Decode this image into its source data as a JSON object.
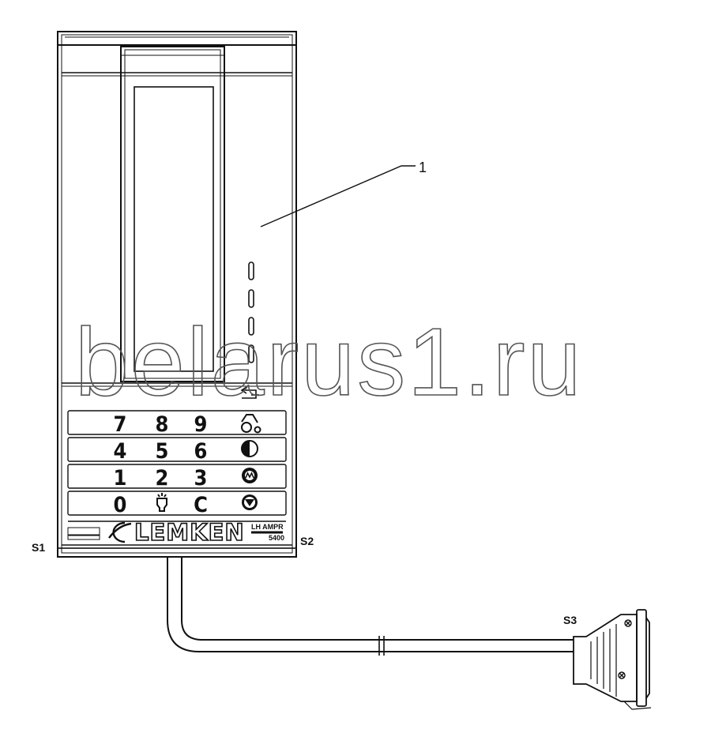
{
  "callouts": {
    "item1": "1",
    "s1": "S1",
    "s2": "S2",
    "s3": "S3"
  },
  "keypad": {
    "row1": [
      "7",
      "8",
      "9"
    ],
    "row2": [
      "4",
      "5",
      "6"
    ],
    "row3": [
      "1",
      "2",
      "3"
    ],
    "row4": [
      "0",
      "C"
    ]
  },
  "icons": {
    "row1": "tractor-icon",
    "row2": "half-circle-icon",
    "row3": "motor-icon",
    "row4": "down-triangle-icon",
    "light": "light-bulb-icon",
    "return": "return-arrow-icon"
  },
  "brand": {
    "name": "LEMKEN",
    "model": "LH AMPR",
    "code": "5400"
  },
  "watermark": "belarus1.ru"
}
